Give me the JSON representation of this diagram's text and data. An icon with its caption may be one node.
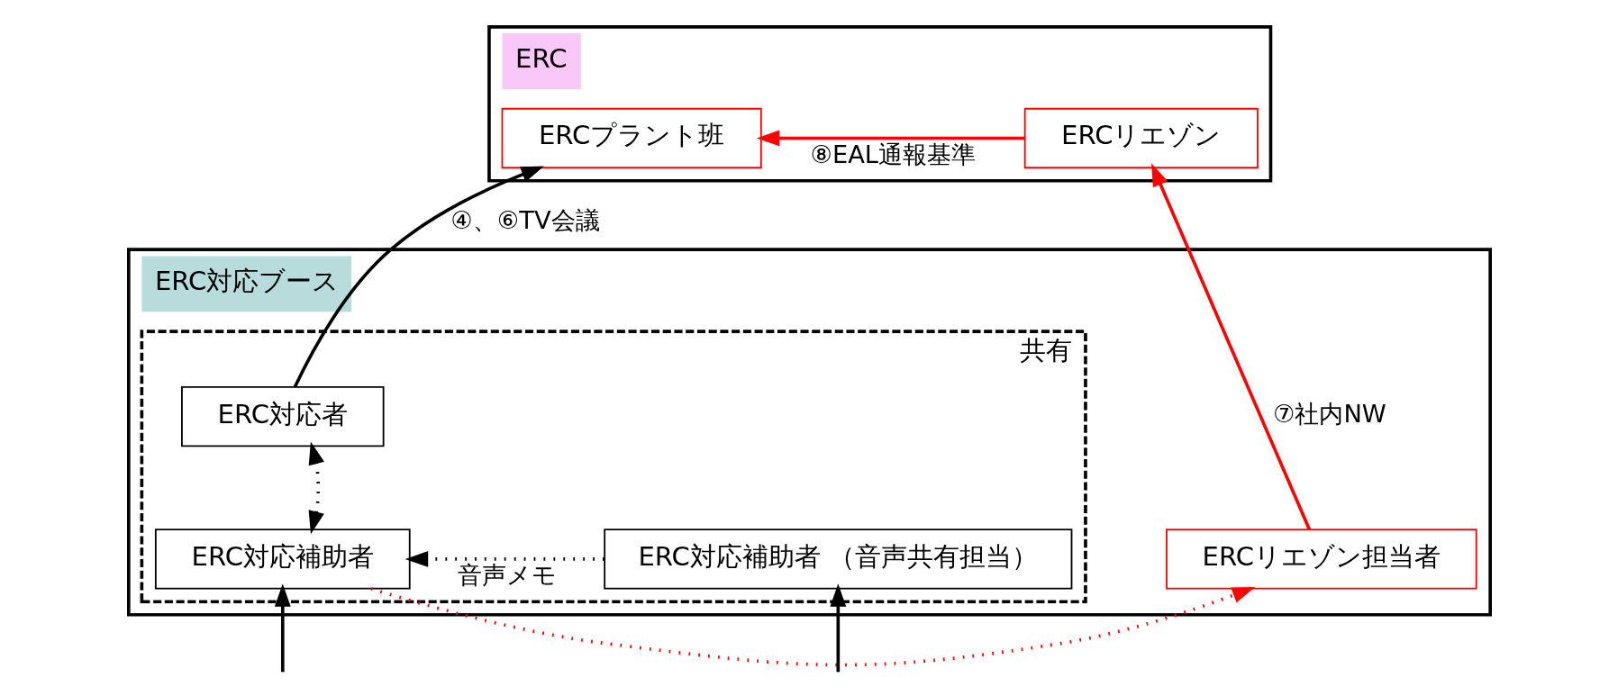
{
  "diagram": {
    "nodes": [
      {
        "text": [
          "ERC"
        ]
      },
      {
        "text": [
          "ERCリエゾン"
        ],
        "in": 0
      },
      {
        "text": [
          "ERCプラント班"
        ],
        "in": 0
      },
      {
        "text": [
          "ERC対応ブース"
        ]
      },
      {
        "text": [
          "共有"
        ],
        "in": 3
      },
      {
        "text": [
          "ERC対応者"
        ],
        "in": 4
      },
      {
        "text": [
          "ERC対応補助者"
        ],
        "in": 4
      },
      {
        "text": [
          "ERC対応補助者 （音声共有担当）"
        ],
        "in": 4
      },
      {
        "text": [
          "ERCリエゾン担当者"
        ],
        "in": 3
      }
    ],
    "edges": [
      {
        "from": 1,
        "to": 2,
        "arrow": "to",
        "label": "⑧EAL通報基準",
        "color": "#ff0000"
      },
      {
        "from": 5,
        "to": 2,
        "arrow": "to",
        "label": "④、⑥TV会議"
      },
      {
        "from": 8,
        "to": 1,
        "arrow": "to",
        "label": "⑦社内NW",
        "color": "#ff0000"
      },
      {
        "from": 5,
        "to": 6,
        "arrow": "both",
        "style": "dashed"
      },
      {
        "from": 6,
        "to": 8,
        "arrow": "to",
        "style": "dashed",
        "color": "#ff0000"
      },
      {
        "from": 7,
        "to": 6,
        "arrow": "to",
        "style": "dashed",
        "label": "音声メモ"
      },
      {
        "from": null,
        "to": 6,
        "arrow": "to"
      },
      {
        "from": null,
        "to": 7,
        "arrow": "to"
      }
    ]
  }
}
